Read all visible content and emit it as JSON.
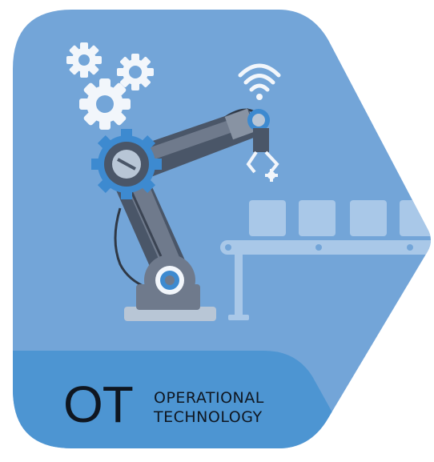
{
  "badge": {
    "title": "OT",
    "subtitle_line1": "OPERATIONAL",
    "subtitle_line2": "TECHNOLOGY"
  },
  "colors": {
    "hexagon_light": "#73a5d8",
    "hexagon_band": "#4d95d2",
    "arm_dark": "#4a5668",
    "arm_mid": "#6f7a8c",
    "accent_blue": "#3d8ad0",
    "icon_white": "#f2f6fb",
    "conveyor": "#a9c8e8"
  },
  "icons": [
    "gear-icon",
    "wifi-icon",
    "robot-arm-icon",
    "conveyor-belt-icon"
  ]
}
